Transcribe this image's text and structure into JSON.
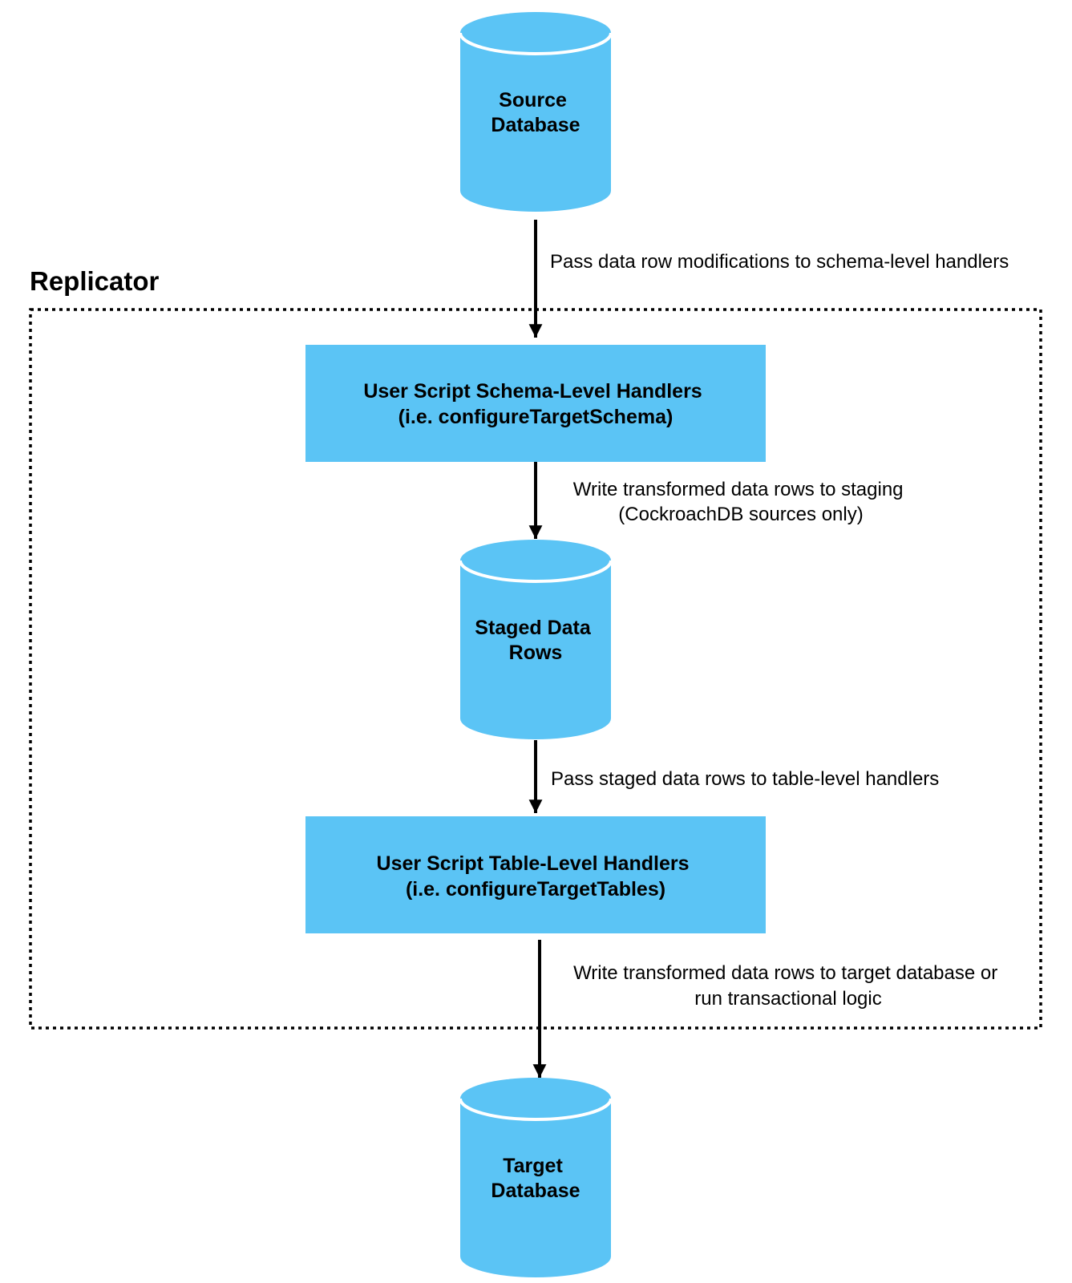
{
  "diagram": {
    "colors": {
      "node_fill": "#5bc4f5",
      "line": "#000000"
    },
    "group": {
      "title": "Replicator"
    },
    "nodes": {
      "source_db": {
        "line1": "Source",
        "line2": "Database"
      },
      "schema_handlers": {
        "line1": "User Script Schema-Level Handlers",
        "line2": "(i.e. configureTargetSchema)"
      },
      "staged_rows": {
        "line1": "Staged Data",
        "line2": "Rows"
      },
      "table_handlers": {
        "line1": "User Script Table-Level Handlers",
        "line2": "(i.e. configureTargetTables)"
      },
      "target_db": {
        "line1": "Target",
        "line2": "Database"
      }
    },
    "edges": {
      "source_to_schema": {
        "line1": "Pass data row modifications to schema-level handlers"
      },
      "schema_to_staged": {
        "line1": "Write transformed data rows to staging",
        "line2": "(CockroachDB sources only)"
      },
      "staged_to_table": {
        "line1": "Pass staged data rows to table-level handlers"
      },
      "table_to_target": {
        "line1": "Write transformed data rows to target database or",
        "line2": "run transactional logic"
      }
    }
  }
}
